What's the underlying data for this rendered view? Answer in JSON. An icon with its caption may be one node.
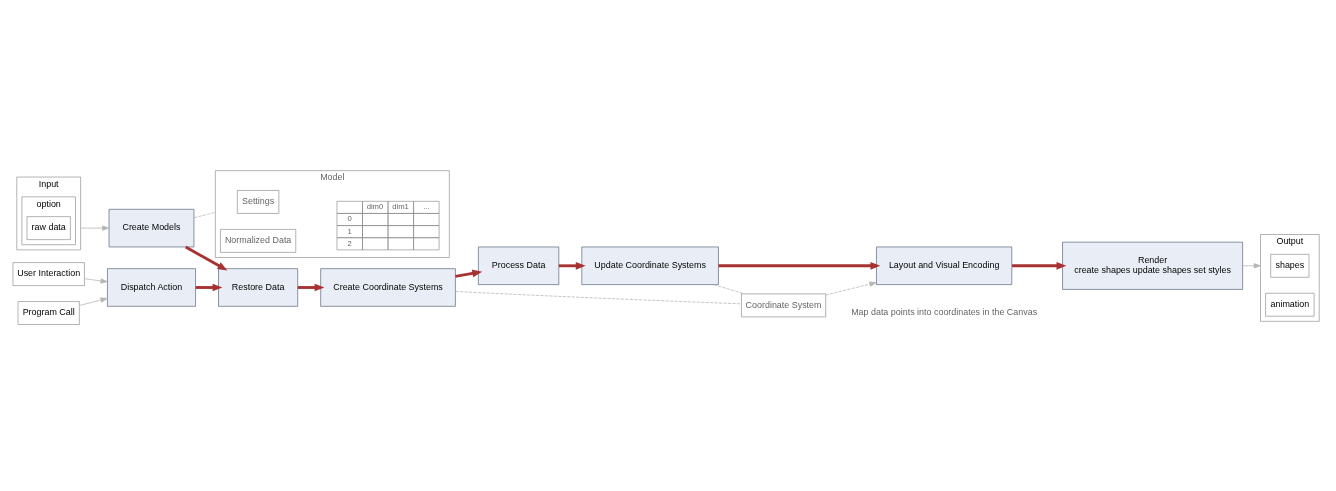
{
  "diagram": {
    "nodes": [
      {
        "text": [
          "Input"
        ]
      },
      {
        "text": [
          "option"
        ],
        "in": 0
      },
      {
        "text": [
          "raw data"
        ],
        "in": 1
      },
      {
        "text": [
          "Create Models"
        ]
      },
      {
        "text": [
          "Model"
        ]
      },
      {
        "text": [
          "Settings"
        ],
        "in": 4
      },
      {
        "text": [
          "Normalized Data"
        ],
        "in": 4
      },
      {
        "text": [
          "Restore Data"
        ]
      },
      {
        "text": [
          "Process Data"
        ]
      },
      {
        "text": [
          "Layout and Visual Encoding"
        ]
      },
      {
        "text": [
          "Create Coordinate Systems"
        ]
      },
      {
        "text": [
          "Update Coordinate Systems"
        ]
      },
      {
        "text": [
          "Render",
          "create shapes update shapes set styles"
        ]
      },
      {
        "text": [
          "Output"
        ]
      },
      {
        "text": [
          "shapes"
        ],
        "in": 13
      },
      {
        "text": [
          "animation"
        ],
        "in": 13
      },
      {
        "text": [
          "Dispatch Action"
        ]
      },
      {
        "text": [
          "User Interaction"
        ]
      },
      {
        "text": [
          "Program Call"
        ]
      },
      {
        "text": [
          "Coordinate System"
        ]
      }
    ],
    "edges": [
      {
        "from": 0,
        "to": 3,
        "arrow": "to"
      },
      {
        "from": 3,
        "to": 4,
        "arrow": "none",
        "style": "dashed"
      },
      {
        "from": 3,
        "to": 7,
        "arrow": "to",
        "style": "thick",
        "color": "#a83232"
      },
      {
        "from": 7,
        "to": 10,
        "arrow": "to",
        "style": "thick",
        "color": "#a83232"
      },
      {
        "from": 10,
        "to": 8,
        "arrow": "to",
        "style": "thick",
        "color": "#a83232"
      },
      {
        "from": 8,
        "to": 11,
        "arrow": "to",
        "style": "thick",
        "color": "#a83232"
      },
      {
        "from": 11,
        "to": 9,
        "arrow": "to",
        "style": "thick",
        "color": "#a83232"
      },
      {
        "from": 9,
        "to": 12,
        "arrow": "to",
        "style": "thick",
        "color": "#a83232"
      },
      {
        "from": 12,
        "to": 13,
        "arrow": "to"
      },
      {
        "from": 16,
        "to": 7,
        "arrow": "to",
        "style": "thick",
        "color": "#a83232"
      },
      {
        "from": 17,
        "to": 16,
        "arrow": "to"
      },
      {
        "from": 18,
        "to": 16,
        "arrow": "to"
      },
      {
        "from": 10,
        "to": 19,
        "arrow": "none",
        "style": "dashed"
      },
      {
        "from": 11,
        "to": 19,
        "arrow": "none",
        "style": "dashed"
      },
      {
        "from": 19,
        "to": 9,
        "arrow": "to",
        "style": "dashed"
      }
    ],
    "labels": [
      "dim0",
      "dim1",
      "...",
      "0",
      "1",
      "2",
      "Map data points into coordinates in the Canvas"
    ]
  }
}
